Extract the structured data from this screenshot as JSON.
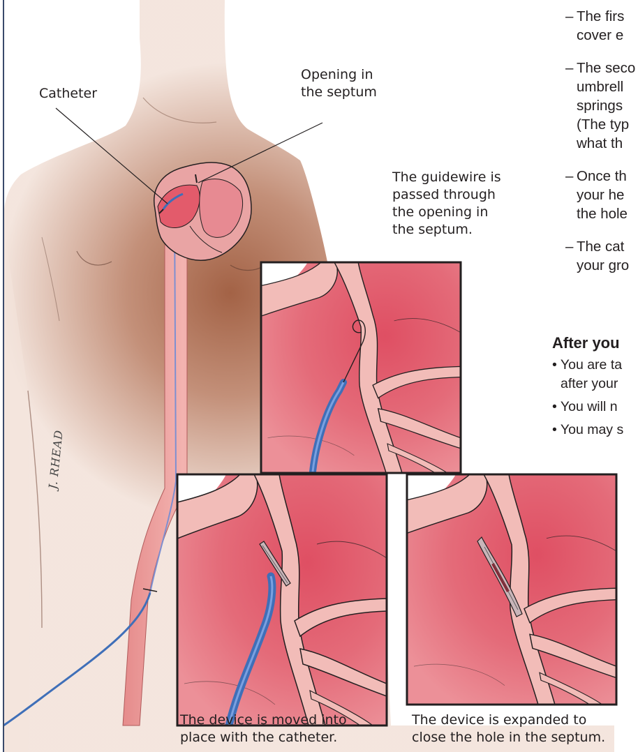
{
  "labels": {
    "catheter": "Catheter",
    "opening_line1": "Opening in",
    "opening_line2": "the septum",
    "guidewire_line1": "The guidewire is",
    "guidewire_line2": "passed through",
    "guidewire_line3": "the opening in",
    "guidewire_line4": "the septum."
  },
  "captions": {
    "moved_line1": "The device is moved into",
    "moved_line2": "place with the catheter.",
    "expanded_line1": "The device is expanded to",
    "expanded_line2": "close the hole in the septum."
  },
  "signature": "J. RHEAD",
  "text_column": {
    "items": [
      {
        "dash": "–",
        "lines": [
          "The firs",
          "cover e"
        ]
      },
      {
        "dash": "–",
        "lines": [
          "The seco",
          "umbrell",
          "springs",
          "(The typ",
          "what th"
        ]
      },
      {
        "dash": "–",
        "lines": [
          "Once th",
          "your he",
          "the hole"
        ]
      },
      {
        "dash": "–",
        "lines": [
          "The cat",
          "your gro"
        ]
      }
    ],
    "heading": "After you",
    "bullets": [
      {
        "lines": [
          "• You are ta",
          "after your"
        ]
      },
      {
        "lines": [
          "• You will n"
        ]
      },
      {
        "lines": [
          "• You may s"
        ]
      }
    ]
  },
  "colors": {
    "skin": "#e9cfc3",
    "chest_shade": "#a96a4e",
    "heart_red": "#e06a78",
    "septum_pink": "#f4c3bf",
    "catheter_blue": "#3f6fb8",
    "frame": "#231f20"
  }
}
